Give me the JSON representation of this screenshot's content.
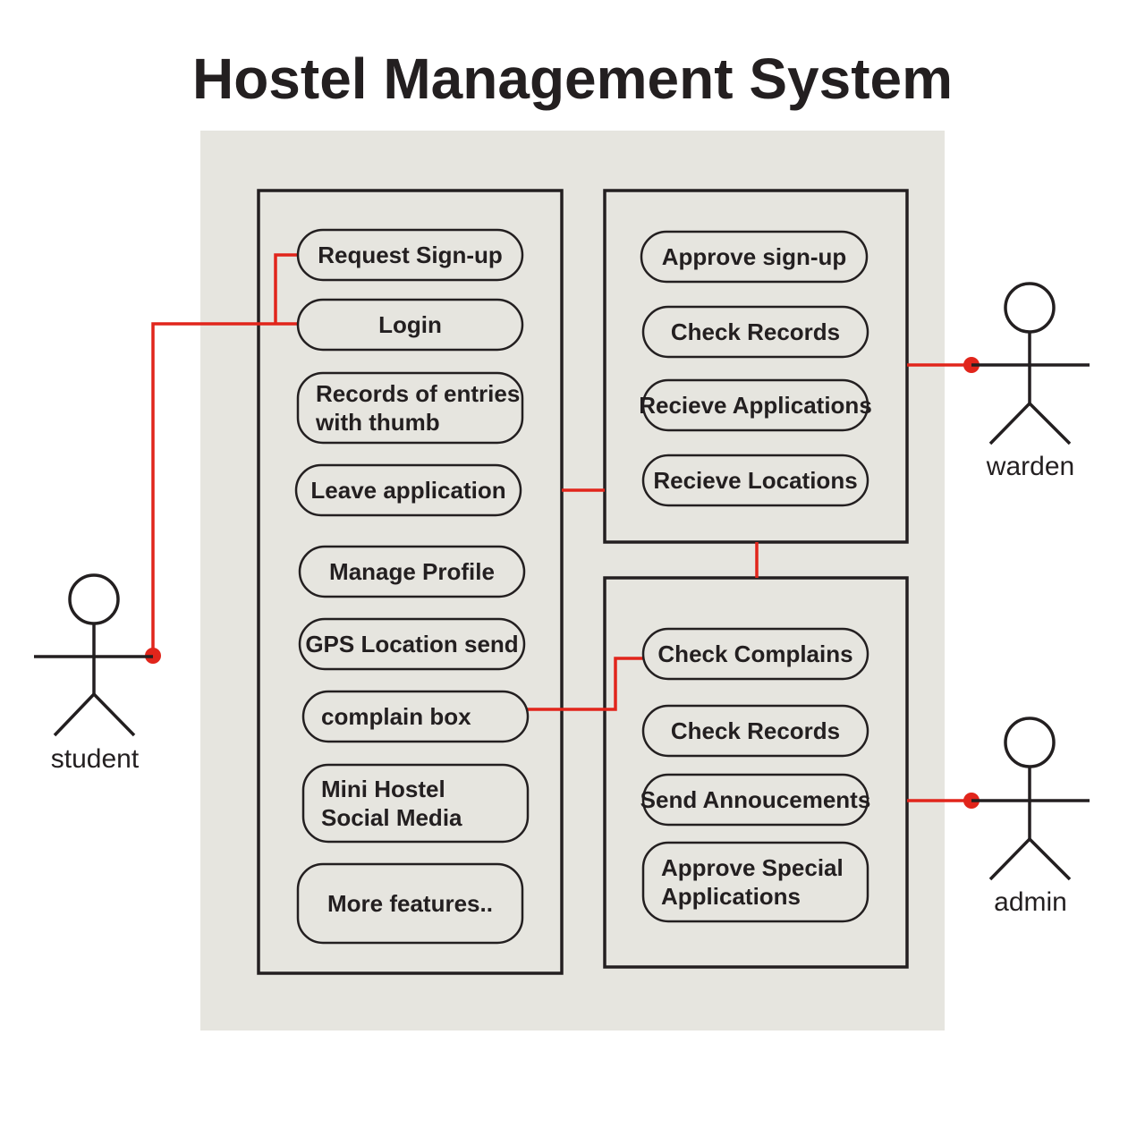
{
  "title": "Hostel Management System",
  "colors": {
    "system_background": "#e6e5df",
    "link": "#e1251b",
    "ink": "#231f20"
  },
  "actors": {
    "student": "student",
    "warden": "warden",
    "admin": "admin"
  },
  "student_use_cases": [
    [
      "Request Sign-up"
    ],
    [
      "Login"
    ],
    [
      "Records of entries",
      "with thumb"
    ],
    [
      "Leave application"
    ],
    [
      "Manage Profile"
    ],
    [
      "GPS Location send"
    ],
    [
      "complain box"
    ],
    [
      "Mini Hostel",
      "Social Media"
    ],
    [
      "More features.."
    ]
  ],
  "warden_use_cases": [
    [
      "Approve sign-up"
    ],
    [
      "Check Records"
    ],
    [
      "Recieve Applications"
    ],
    [
      "Recieve Locations"
    ]
  ],
  "admin_use_cases": [
    [
      "Check Complains"
    ],
    [
      "Check Records"
    ],
    [
      "Send Annoucements"
    ],
    [
      "Approve Special",
      "Applications"
    ]
  ]
}
